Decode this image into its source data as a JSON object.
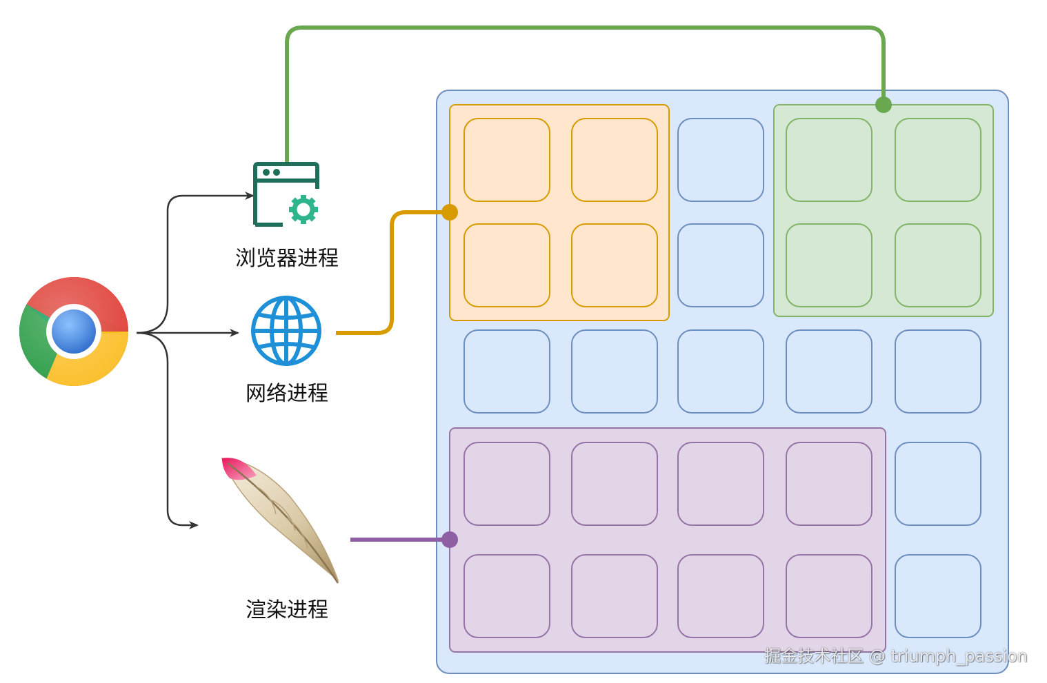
{
  "processes": {
    "browser": {
      "label": "浏览器进程",
      "icon": "browser-settings-icon",
      "color": "#1d6e5a",
      "gear_color": "#2fb58e"
    },
    "network": {
      "label": "网络进程",
      "icon": "globe-icon",
      "color": "#1e90d8"
    },
    "renderer": {
      "label": "渲染进程",
      "icon": "feather-icon"
    }
  },
  "source": {
    "icon": "chrome-logo-icon"
  },
  "memory": {
    "rows": 5,
    "cols": 5,
    "outer_fill": "#dae8fc",
    "outer_stroke": "#6c8ebf",
    "groups": {
      "network": {
        "fill": "#ffe6cc",
        "stroke": "#d79b00",
        "connector": "#d79b00"
      },
      "browser": {
        "fill": "#d5e8d4",
        "stroke": "#82b366",
        "connector": "#6aa84f"
      },
      "renderer": {
        "fill": "#e1d5e7",
        "stroke": "#9673a6",
        "connector": "#8e5fa3"
      }
    }
  },
  "watermark": "掘金技术社区 @ triumph_passion"
}
